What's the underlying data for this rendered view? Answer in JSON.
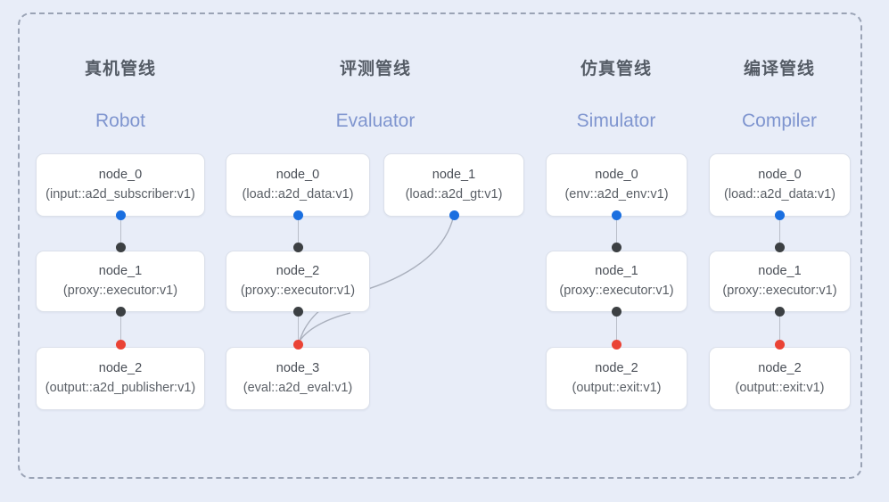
{
  "diagram": {
    "title": "pipeline-overview",
    "frame_style": "dashed",
    "background_color": "#e8edf8",
    "accent_color": "#7f95cf",
    "dot_colors": {
      "input": "#1a6fe0",
      "middle": "#3c4043",
      "output": "#ea4335"
    }
  },
  "columns": [
    {
      "title_cn": "真机管线",
      "title_en": "Robot",
      "nodes": [
        {
          "id": "node_0",
          "type": "(input::a2d_subscriber:v1)"
        },
        {
          "id": "node_1",
          "type": "(proxy::executor:v1)"
        },
        {
          "id": "node_2",
          "type": "(output::a2d_publisher:v1)"
        }
      ]
    },
    {
      "title_cn": "评测管线",
      "title_en": "Evaluator",
      "nodes": [
        {
          "id": "node_0",
          "type": "(load::a2d_data:v1)"
        },
        {
          "id": "node_1",
          "type": "(load::a2d_gt:v1)"
        },
        {
          "id": "node_2",
          "type": "(proxy::executor:v1)"
        },
        {
          "id": "node_3",
          "type": "(eval::a2d_eval:v1)"
        }
      ]
    },
    {
      "title_cn": "仿真管线",
      "title_en": "Simulator",
      "nodes": [
        {
          "id": "node_0",
          "type": "(env::a2d_env:v1)"
        },
        {
          "id": "node_1",
          "type": "(proxy::executor:v1)"
        },
        {
          "id": "node_2",
          "type": "(output::exit:v1)"
        }
      ]
    },
    {
      "title_cn": "编译管线",
      "title_en": "Compiler",
      "nodes": [
        {
          "id": "node_0",
          "type": "(load::a2d_data:v1)"
        },
        {
          "id": "node_1",
          "type": "(proxy::executor:v1)"
        },
        {
          "id": "node_2",
          "type": "(output::exit:v1)"
        }
      ]
    }
  ]
}
